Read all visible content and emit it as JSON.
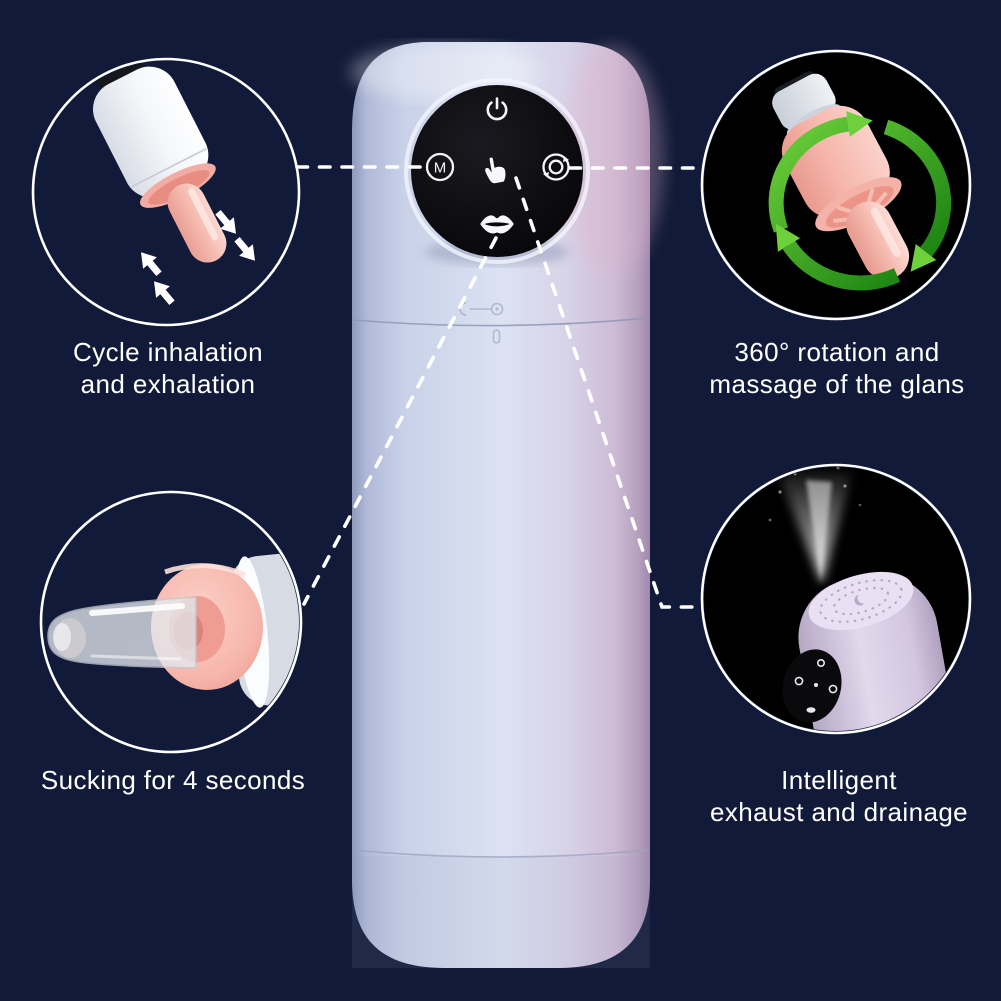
{
  "page": {
    "background_color": "#111a38",
    "text_color": "#ffffff",
    "description": "Product feature infographic with four circular callouts around a central device render"
  },
  "device": {
    "kind": "automatic stroker device render",
    "panel": {
      "mode_letter": "M",
      "icons": [
        {
          "name": "power-icon"
        },
        {
          "name": "mode-m-icon"
        },
        {
          "name": "touch-icon"
        },
        {
          "name": "rotate-icon"
        },
        {
          "name": "lips-icon"
        }
      ]
    },
    "colors": {
      "body_light": "#dce2f2",
      "body_shadow": "#8e99bb",
      "body_pink_tint": "#cdbcd6",
      "panel_black": "#060608"
    }
  },
  "features": [
    {
      "id": "cycle",
      "position": "top-left",
      "lines": [
        "Cycle inhalation",
        "and exhalation"
      ],
      "icon": "in-out-arrows"
    },
    {
      "id": "rotation",
      "position": "top-right",
      "lines": [
        "360° rotation and",
        "massage of the glans"
      ],
      "icon": "rotation-arrows",
      "arrow_color": "#2f9e1d"
    },
    {
      "id": "sucking",
      "position": "bottom-left",
      "lines": [
        "Sucking for 4 seconds"
      ],
      "icon": "suction-closeup"
    },
    {
      "id": "exhaust",
      "position": "bottom-right",
      "lines": [
        "Intelligent",
        "exhaust and drainage"
      ],
      "icon": "mist-spray"
    }
  ],
  "accent_colors": {
    "connector_white": "#ffffff",
    "green_arrow": "#2f9e1d",
    "sleeve_pink": "#f5b2a8"
  }
}
